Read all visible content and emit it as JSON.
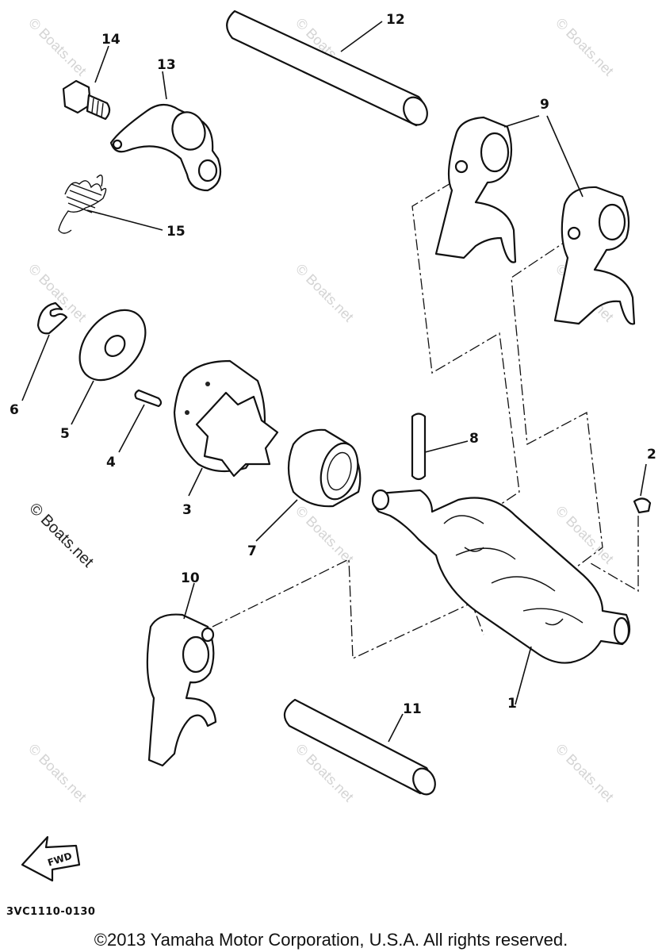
{
  "callouts": [
    {
      "id": "1",
      "label": "1"
    },
    {
      "id": "2",
      "label": "2"
    },
    {
      "id": "3",
      "label": "3"
    },
    {
      "id": "4",
      "label": "4"
    },
    {
      "id": "5",
      "label": "5"
    },
    {
      "id": "6",
      "label": "6"
    },
    {
      "id": "7",
      "label": "7"
    },
    {
      "id": "8",
      "label": "8"
    },
    {
      "id": "9",
      "label": "9"
    },
    {
      "id": "10",
      "label": "10"
    },
    {
      "id": "11",
      "label": "11"
    },
    {
      "id": "12",
      "label": "12"
    },
    {
      "id": "13",
      "label": "13"
    },
    {
      "id": "14",
      "label": "14"
    },
    {
      "id": "15",
      "label": "15"
    }
  ],
  "watermark": "© Boats.net",
  "fwd_label": "FWD",
  "diagram_code": "3VC1110-0130",
  "copyright": "©2013 Yamaha Motor Corporation, U.S.A. All rights reserved."
}
